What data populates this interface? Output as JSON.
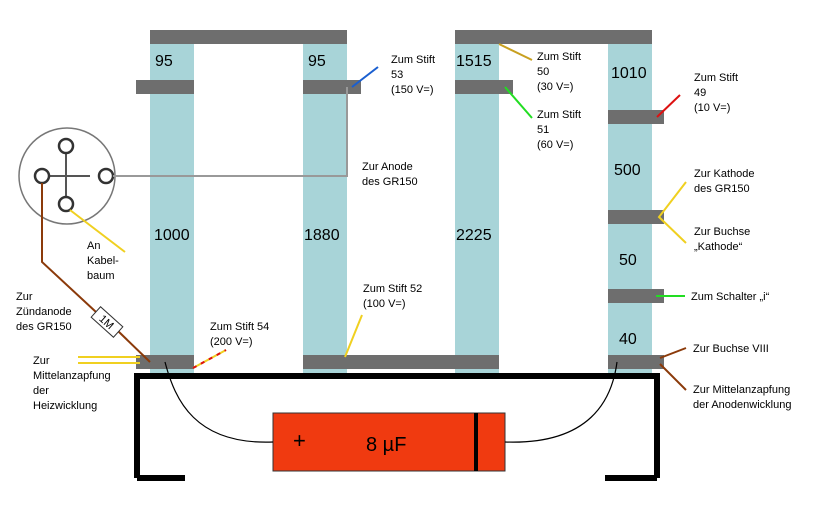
{
  "strips": {
    "s1": {
      "top": "95",
      "main": "1000"
    },
    "s2": {
      "top": "95",
      "main": "1880"
    },
    "s3": {
      "top": "1515",
      "main": "2225"
    },
    "s4": {
      "top": "1010",
      "r500": "500",
      "r50": "50",
      "r40": "40"
    }
  },
  "labels": {
    "stift53": [
      "Zum Stift",
      "53",
      "(150 V=)"
    ],
    "stift50": [
      "Zum Stift",
      "50",
      "(30 V=)"
    ],
    "stift51": [
      "Zum Stift",
      "51",
      "(60 V=)"
    ],
    "stift49": [
      "Zum Stift",
      "49",
      "(10 V=)"
    ],
    "anode": [
      "Zur Anode",
      "des GR150"
    ],
    "kathode": [
      "Zur Kathode",
      "des GR150"
    ],
    "buchse_kathode": [
      "Zur Buchse",
      "„Kathode“"
    ],
    "schalter": "Zum Schalter „i“",
    "stift52": [
      "Zum Stift 52",
      "(100 V=)"
    ],
    "stift54": [
      "Zum Stift 54",
      "(200 V=)"
    ],
    "buchse8": "Zur Buchse VIII",
    "mittel_anode": [
      "Zur Mittelanzapfung",
      "der Anodenwicklung"
    ],
    "mittel_heiz": [
      "Zur",
      "Mittelanzapfung",
      "der",
      "Heizwicklung"
    ],
    "zuendanode": [
      "Zur",
      "Zündanode",
      "des GR150"
    ],
    "kabelbaum": [
      "An",
      "Kabel-",
      "baum"
    ],
    "resistor": "1M"
  },
  "capacitor": {
    "label": "8 µF",
    "plus": "+"
  },
  "colors": {
    "strip": "#a8d4d8",
    "tag": "#6e6e6e",
    "capacitor": "#f03a10",
    "stift53": "#1a5fd0",
    "stift50": "#c8a020",
    "stift51": "#22dd22",
    "stift49": "#dd1111",
    "kathode": "#f0d020",
    "schalter": "#22dd22",
    "brown": "#8b3a0a",
    "yellow": "#f0d020"
  }
}
